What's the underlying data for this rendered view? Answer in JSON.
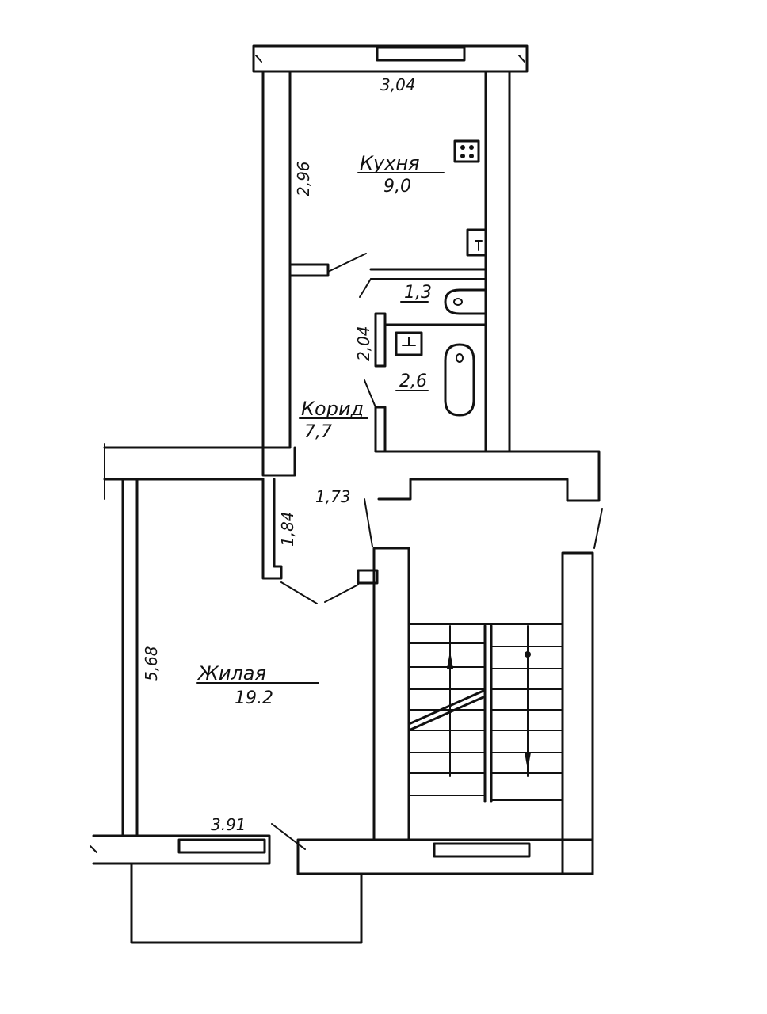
{
  "rooms": {
    "kitchen": {
      "name": "Кухня",
      "area": "9,0"
    },
    "corridor": {
      "name": "Корид",
      "area": "7,7"
    },
    "living": {
      "name": "Жилая",
      "area": "19.2"
    },
    "wc": {
      "area": "1,3"
    },
    "bath": {
      "area": "2,6"
    }
  },
  "dimensions": {
    "kitchen_width": "3,04",
    "kitchen_length": "2,96",
    "bath_length": "2,04",
    "corridor_width": "1,73",
    "corridor_stub": "1,84",
    "living_length": "5,68",
    "living_width": "3.91"
  }
}
